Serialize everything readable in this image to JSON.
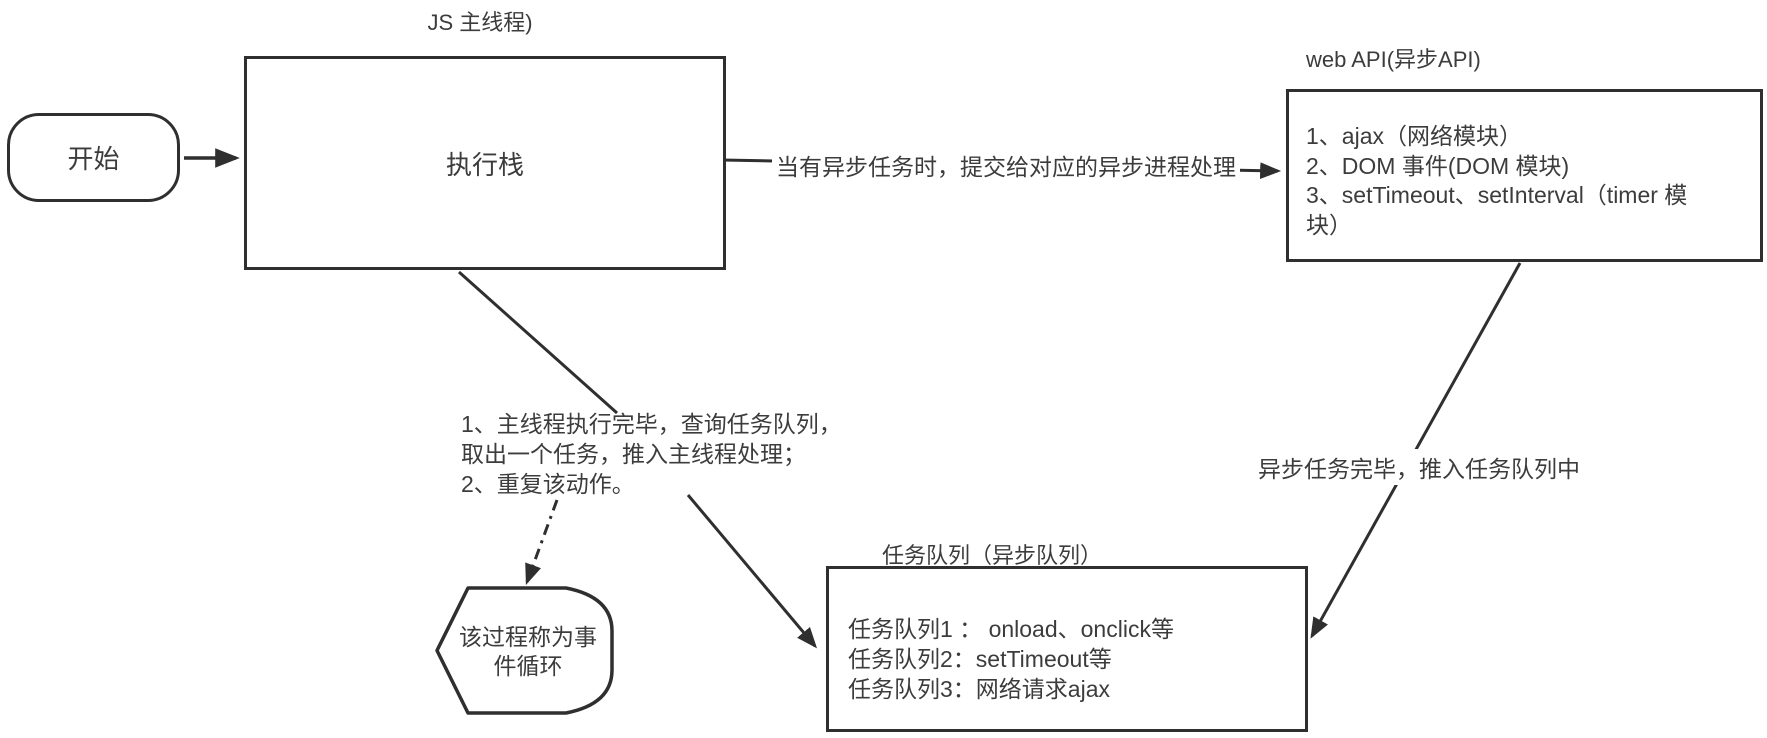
{
  "diagram": {
    "titles": {
      "js_thread": "JS 主线程)",
      "web_api": "web API(异步API)",
      "task_queue": "任务队列（异步队列）"
    },
    "nodes": {
      "start": {
        "label": "开始"
      },
      "exec_stack": {
        "label": "执行栈"
      },
      "web_api": {
        "lines": [
          "1、ajax（网络模块）",
          "2、DOM 事件(DOM 模块)",
          "3、setTimeout、setInterval（timer 模",
          "块）"
        ]
      },
      "task_queue": {
        "lines": [
          "任务队列1 ： onload、onclick等",
          "任务队列2：setTimeout等",
          "任务队列3：网络请求ajax"
        ]
      },
      "event_loop": {
        "line1": "该过程称为事",
        "line2": "件循环"
      }
    },
    "edges": {
      "exec_to_webapi_label": "当有异步任务时，提交给对应的异步进程处理",
      "webapi_to_queue_label": "异步任务完毕，推入任务队列中",
      "main_thread_note": [
        "1、主线程执行完毕，查询任务队列，",
        "取出一个任务，推入主线程处理；",
        "2、重复该动作。"
      ]
    },
    "colors": {
      "stroke": "#2f2f2f",
      "text": "#3c3c3c",
      "background": "#ffffff"
    }
  }
}
